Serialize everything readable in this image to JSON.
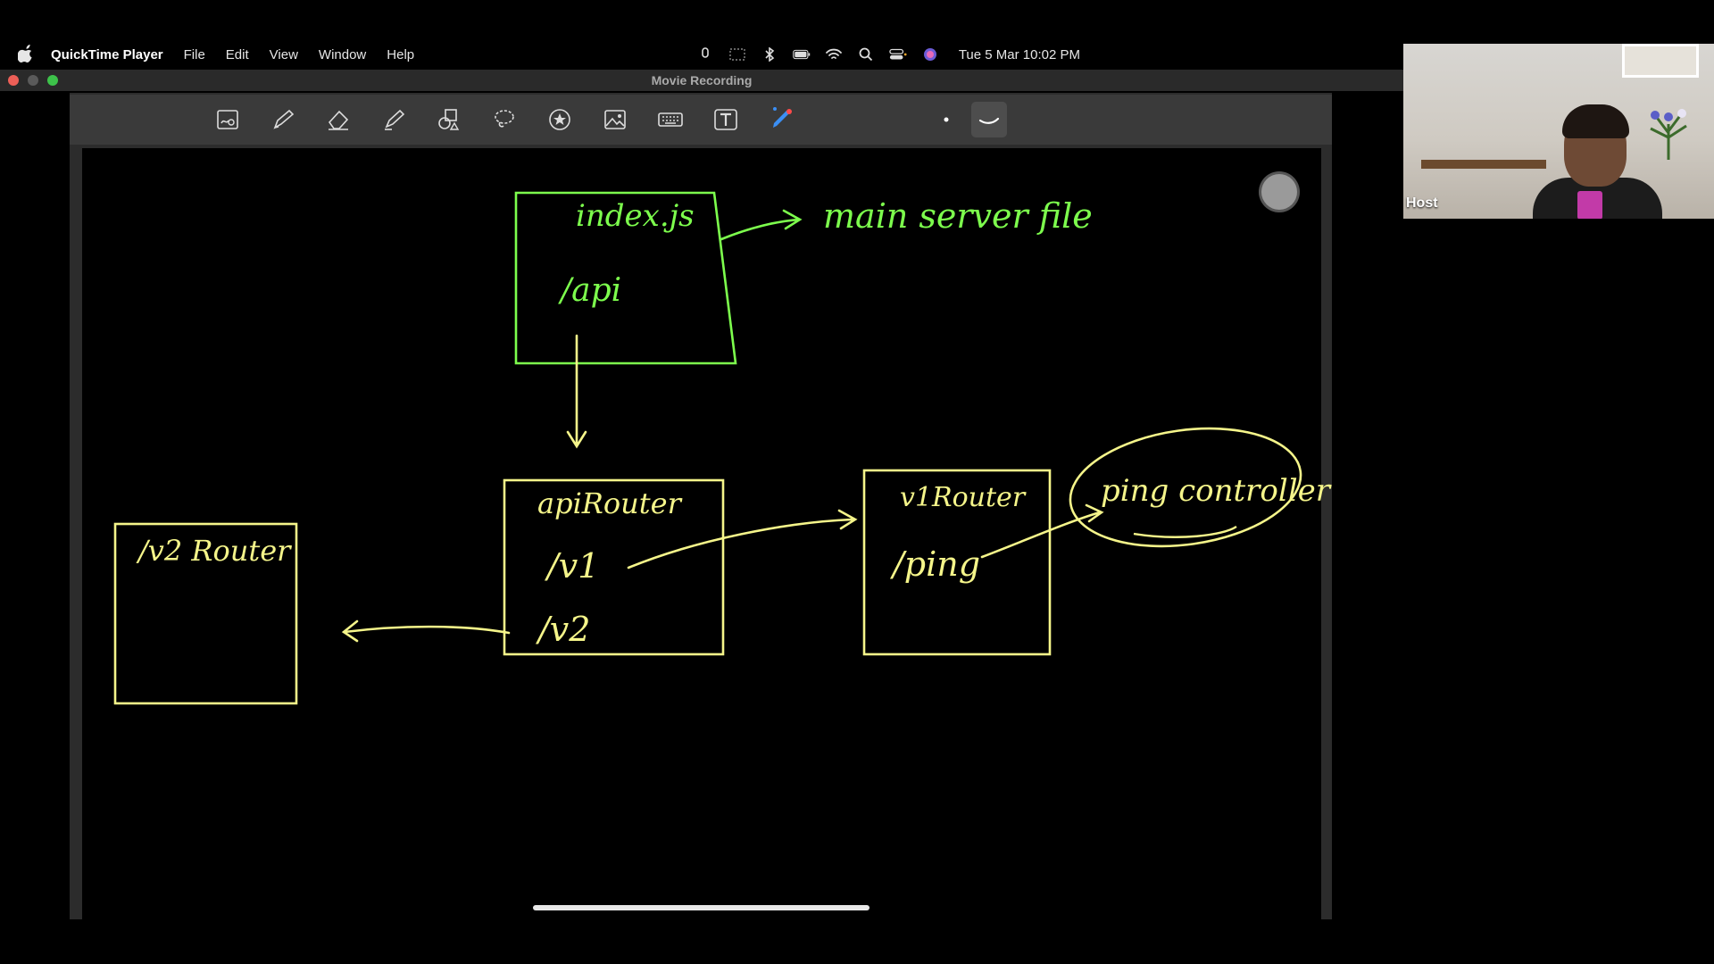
{
  "menubar": {
    "app_name": "QuickTime Player",
    "menus": [
      "File",
      "Edit",
      "View",
      "Window",
      "Help"
    ],
    "clock": "Tue 5 Mar  10:02 PM"
  },
  "window": {
    "title": "Movie Recording"
  },
  "toolbar": {
    "tools": [
      "markup-icon",
      "pen-icon",
      "eraser-icon",
      "highlighter-icon",
      "shapes-icon",
      "lasso-icon",
      "star-icon",
      "image-icon",
      "keyboard-icon",
      "text-icon",
      "color-picker-icon",
      "dot-size-icon",
      "stroke-style-icon"
    ]
  },
  "drawing": {
    "top_box_title": "index.js",
    "top_box_route": "/api",
    "annotation": "main server file",
    "api_router_title": "apiRouter",
    "api_router_v1": "/v1",
    "api_router_v2": "/v2",
    "v1_router_title": "v1Router",
    "v1_router_route": "/ping",
    "v2_router_title": "/v2 Router",
    "controller": "ping controller"
  },
  "video": {
    "label": "Host"
  },
  "colors": {
    "green": "#7dff4d",
    "yellow": "#f5f58a",
    "toolbar": "#3a3a3a"
  }
}
